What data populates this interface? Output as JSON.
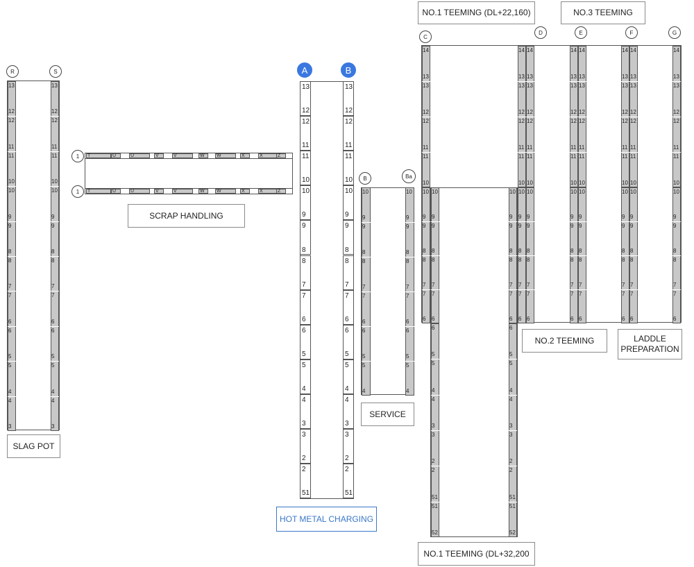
{
  "labels": {
    "no1_teeming_top": "NO.1 TEEMING (DL+22,160)",
    "no3_teeming": "NO.3 TEEMING",
    "scrap_handling": "SCRAP HANDLING",
    "slag_pot": "SLAG POT",
    "service": "SERVICE",
    "hot_metal_charging": "HOT METAL CHARGING",
    "no2_teeming": "NO.2 TEEMING",
    "laddle_preparation": "LADDLE PREPARATION",
    "no1_teeming_bottom": "NO.1 TEEMING (DL+32,200"
  },
  "grid_bubbles": {
    "R": "R",
    "S": "S",
    "A": "A",
    "B_blue": "B",
    "B": "B",
    "Ba": "Ba",
    "C": "C",
    "D": "D",
    "E": "E",
    "F": "F",
    "G": "G",
    "one_top": "1",
    "one_bottom": "1"
  },
  "row_labels": [
    "T",
    "U",
    "U",
    "V",
    "V",
    "W",
    "W",
    "X",
    "X",
    "Z"
  ],
  "rows": {
    "slag": [
      "13",
      "12",
      "11",
      "10",
      "9",
      "8",
      "7",
      "6",
      "5",
      "4",
      "3"
    ],
    "hot_metal": [
      "13",
      "12",
      "11",
      "10",
      "9",
      "8",
      "7",
      "6",
      "5",
      "4",
      "3",
      "2",
      "51"
    ],
    "service": [
      "10",
      "9",
      "8",
      "7",
      "6",
      "5",
      "4"
    ],
    "teeming_top": [
      "14",
      "13",
      "12",
      "11",
      "10"
    ],
    "teeming_mid": [
      "10",
      "9",
      "8",
      "7",
      "6"
    ],
    "teeming_low": [
      "6",
      "5",
      "4",
      "3",
      "2",
      "51",
      "52"
    ]
  },
  "colors": {
    "accent": "#3a78e0",
    "strip": "#c8c8c8",
    "line": "#555555"
  }
}
